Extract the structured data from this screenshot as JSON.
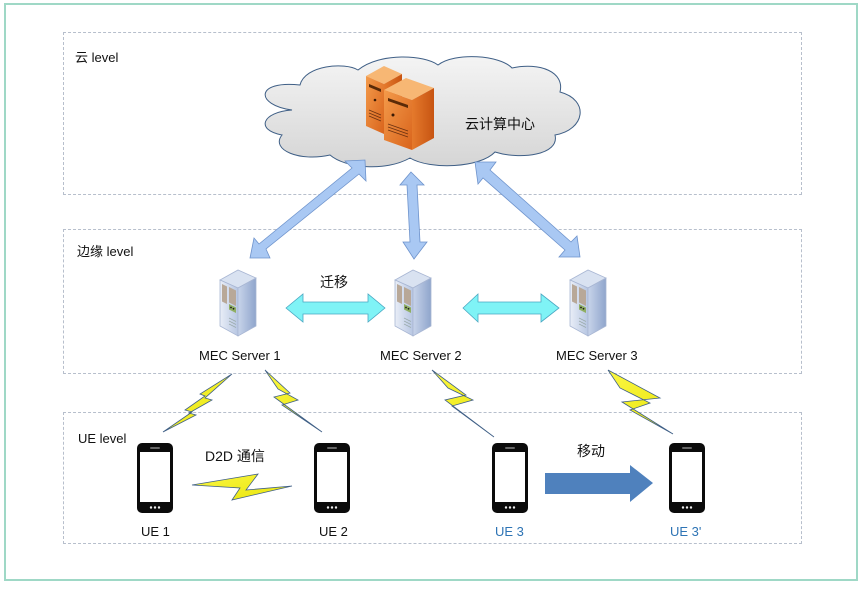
{
  "levels": {
    "cloud": {
      "label": "云 level"
    },
    "edge": {
      "label": "边缘 level"
    },
    "ue": {
      "label": "UE level"
    }
  },
  "cloud_center": {
    "label": "云计算中心",
    "icon": "server-tower-orange-icon"
  },
  "edge_servers": [
    {
      "label": "MEC Server 1",
      "icon": "server-rack-icon"
    },
    {
      "label": "MEC Server 2",
      "icon": "server-rack-icon"
    },
    {
      "label": "MEC Server 3",
      "icon": "server-rack-icon"
    }
  ],
  "migration_label": "迁移",
  "d2d_label": "D2D 通信",
  "move_label": "移动",
  "ues": [
    {
      "label": "UE 1",
      "icon": "smartphone-icon"
    },
    {
      "label": "UE 2",
      "icon": "smartphone-icon"
    },
    {
      "label": "UE 3",
      "icon": "smartphone-icon",
      "highlight": true
    },
    {
      "label": "UE 3'",
      "icon": "smartphone-icon",
      "highlight": true
    }
  ],
  "colors": {
    "frame": "#9fd8c6",
    "cloud_arrow": "#a9c8f3",
    "migration_arrow": "#7ff3f6",
    "move_arrow": "#4f81bd",
    "lightning": "#f6f21a",
    "highlight_text": "#2e74b5"
  }
}
